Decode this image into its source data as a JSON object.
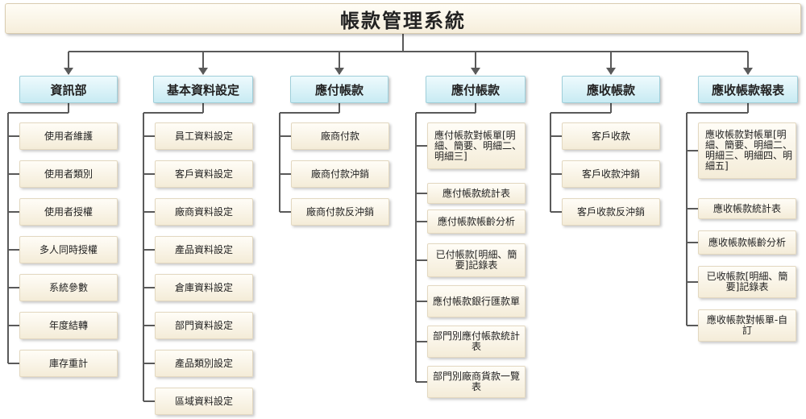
{
  "title": "帳款管理系統",
  "columns": [
    {
      "header": "資訊部",
      "items": [
        "使用者維護",
        "使用者類別",
        "使用者授權",
        "多人同時授權",
        "系統參數",
        "年度結轉",
        "庫存重計"
      ]
    },
    {
      "header": "基本資料設定",
      "items": [
        "員工資料設定",
        "客戶資料設定",
        "廠商資料設定",
        "產品資料設定",
        "倉庫資料設定",
        "部門資料設定",
        "產品類別設定",
        "區域資料設定"
      ]
    },
    {
      "header": "應付帳款",
      "items": [
        "廠商付款",
        "廠商付款沖銷",
        "廠商付款反沖銷"
      ]
    },
    {
      "header": "應付帳款",
      "items": [
        "應付帳款對帳單[明細、簡要、明細二、明細三]",
        "應付帳款統計表",
        "應付帳款帳齡分析",
        "已付帳款[明細、簡要]記錄表",
        "應付帳款銀行匯款單",
        "部門別應付帳款統計表",
        "部門別廠商貨款一覽表"
      ]
    },
    {
      "header": "應收帳款",
      "items": [
        "客戶收款",
        "客戶收款沖銷",
        "客戶收款反沖銷"
      ]
    },
    {
      "header": "應收帳款報表",
      "items": [
        "應收帳款對帳單[明細、簡要、明細二、明細三、明細四、明細五]",
        "應收帳款統計表",
        "應收帳款帳齡分析",
        "已收帳款[明細、簡要]記錄表",
        "應收帳款對帳單-自訂"
      ]
    }
  ]
}
